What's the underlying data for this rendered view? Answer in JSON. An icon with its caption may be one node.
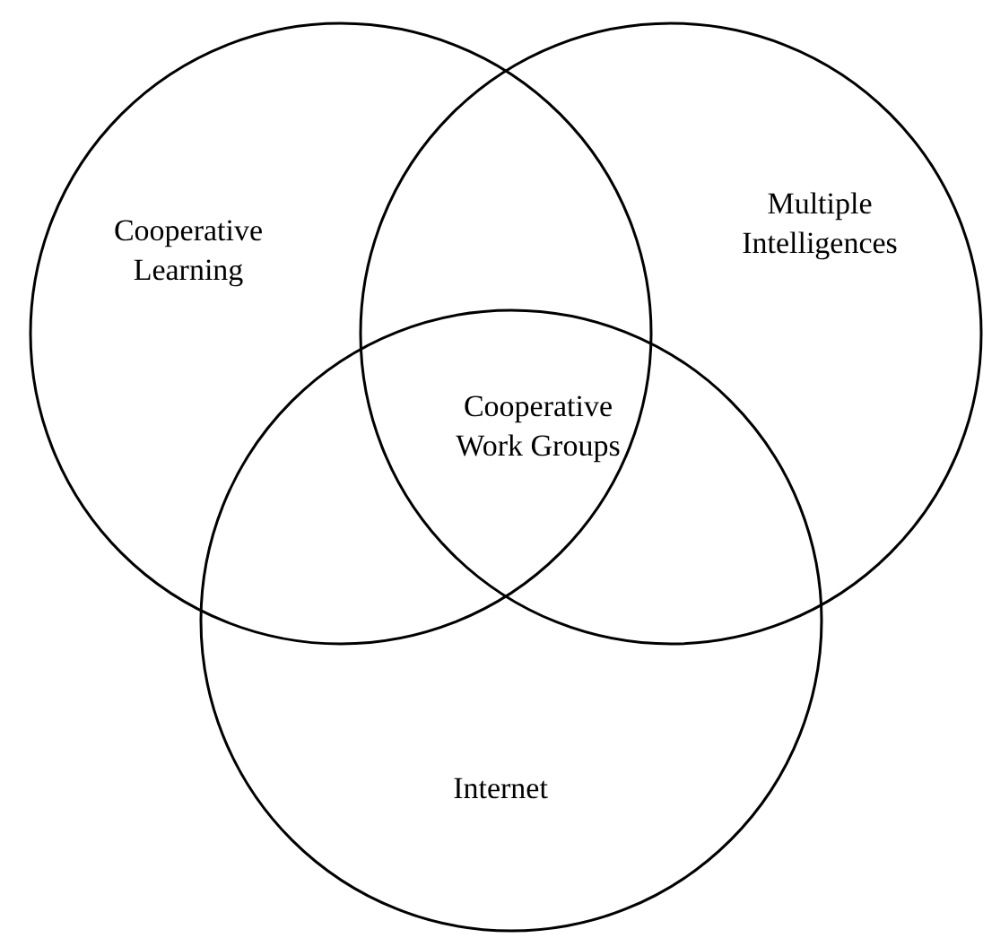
{
  "diagram": {
    "nodes": [
      {
        "text": [
          "Cooperative Learning"
        ]
      },
      {
        "text": [
          "Multiple Intelligences"
        ]
      },
      {
        "text": [
          "Internet"
        ]
      }
    ],
    "edges": [],
    "labels": [
      "Cooperative Work Groups"
    ]
  }
}
